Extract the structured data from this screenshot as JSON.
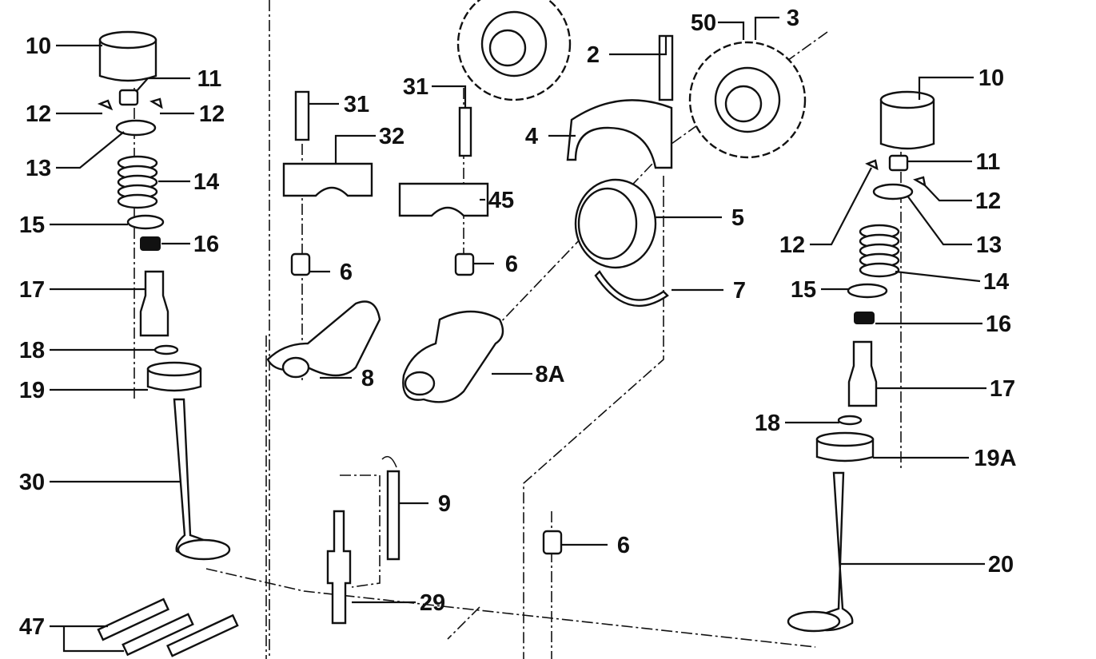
{
  "title": "Cylinder head valve train exploded parts diagram",
  "labels": [
    "10",
    "11",
    "12",
    "12",
    "13",
    "14",
    "15",
    "16",
    "17",
    "18",
    "19",
    "30",
    "47",
    "31",
    "32",
    "6",
    "8",
    "31",
    "45",
    "6",
    "8A",
    "9",
    "29",
    "6",
    "2",
    "50",
    "3",
    "4",
    "5",
    "7",
    "10",
    "11",
    "12",
    "12",
    "13",
    "14",
    "15",
    "16",
    "17",
    "18",
    "19A",
    "20"
  ]
}
